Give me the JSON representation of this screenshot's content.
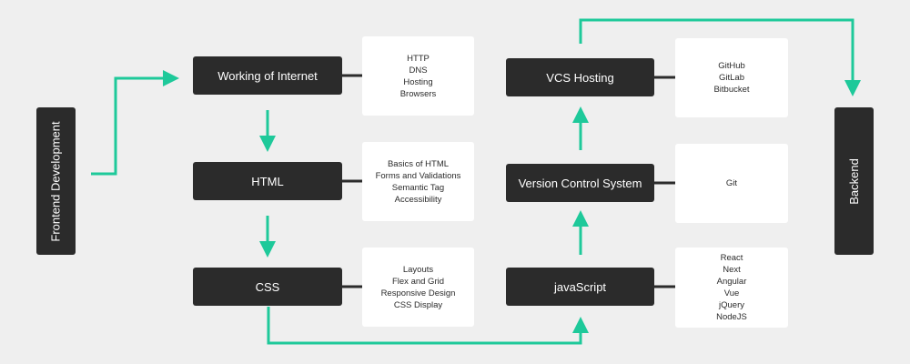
{
  "colors": {
    "arrow": "#1ec99a",
    "node": "#2b2b2b",
    "card": "#ffffff",
    "background": "#efefef"
  },
  "nodes": {
    "frontend": "Frontend Development",
    "internet": "Working of Internet",
    "html": "HTML",
    "css": "CSS",
    "javascript": "javaScript",
    "vcs": "Version Control System",
    "vcs_hosting": "VCS Hosting",
    "backend": "Backend"
  },
  "cards": {
    "internet": [
      "HTTP",
      "DNS",
      "Hosting",
      "Browsers"
    ],
    "html": [
      "Basics of HTML",
      "Forms and Validations",
      "Semantic Tag",
      "Accessibility"
    ],
    "css": [
      "Layouts",
      "Flex and Grid",
      "Responsive Design",
      "CSS Display"
    ],
    "vcs_hosting": [
      "GitHub",
      "GitLab",
      "Bitbucket"
    ],
    "vcs": [
      "Git"
    ],
    "javascript": [
      "React",
      "Next",
      "Angular",
      "Vue",
      "jQuery",
      "NodeJS"
    ]
  }
}
